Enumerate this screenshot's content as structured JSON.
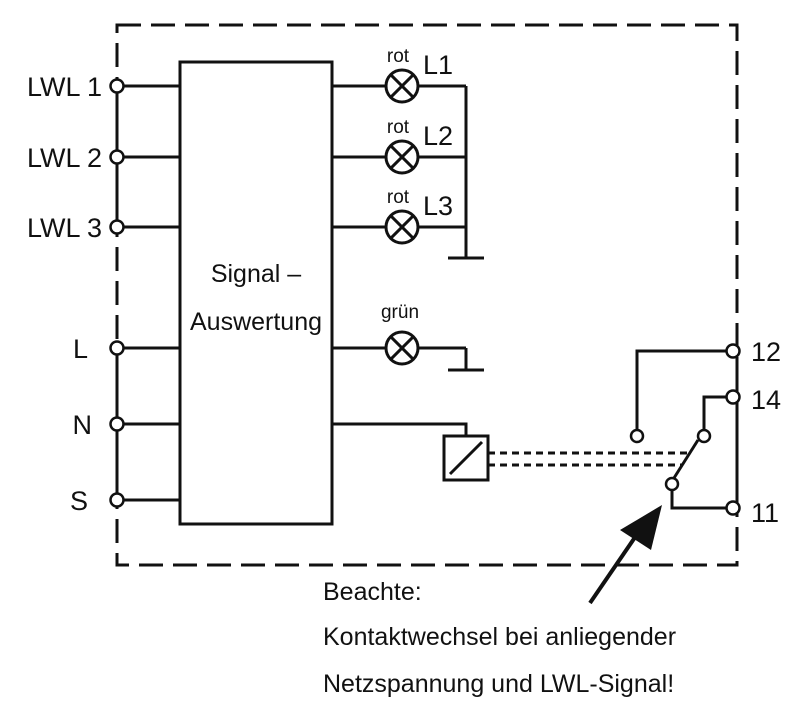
{
  "colors": {
    "line": "#111111",
    "background": "#ffffff"
  },
  "inputs": {
    "lwl1": "LWL 1",
    "lwl2": "LWL 2",
    "lwl3": "LWL 3",
    "l": "L",
    "n": "N",
    "s": "S"
  },
  "block": {
    "line1": "Signal –",
    "line2": "Auswertung"
  },
  "lamps": {
    "l1_color": "rot",
    "l1_name": "L1",
    "l2_color": "rot",
    "l2_name": "L2",
    "l3_color": "rot",
    "l3_name": "L3",
    "green_color": "grün"
  },
  "contacts": {
    "t12": "12",
    "t14": "14",
    "t11": "11"
  },
  "note": {
    "line1": "Beachte:",
    "line2": "Kontaktwechsel bei anliegender",
    "line3": "Netzspannung und LWL-Signal!"
  }
}
